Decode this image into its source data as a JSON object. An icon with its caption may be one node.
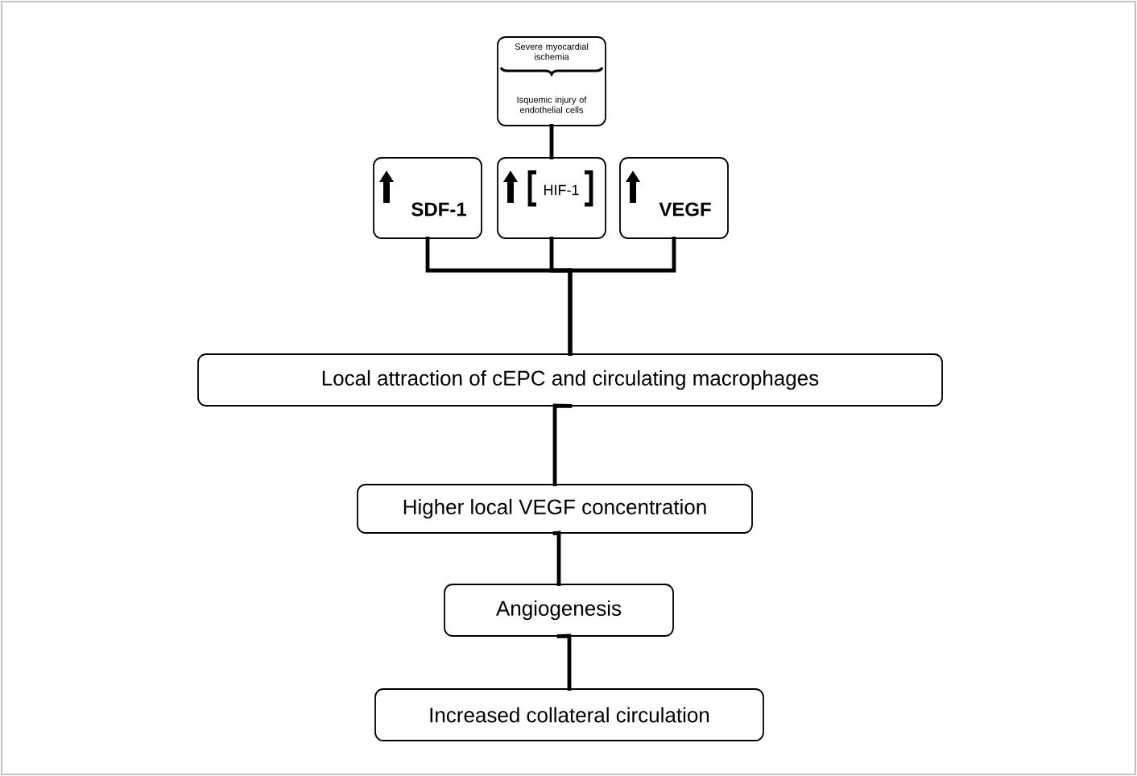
{
  "diagram": {
    "nodes": [
      {
        "text": [
          "Severe myocardial ischemia",
          "Isquemic injury of endothelial cells"
        ]
      },
      {
        "text": [
          "SDF-1"
        ]
      },
      {
        "text": [
          "HIF-1"
        ]
      },
      {
        "text": [
          "VEGF"
        ]
      },
      {
        "text": [
          "Local attraction of cEPC and circulating macrophages"
        ]
      },
      {
        "text": [
          "Higher local VEGF concentration"
        ]
      },
      {
        "text": [
          "Angiogenesis"
        ]
      },
      {
        "text": [
          "Increased collateral circulation"
        ]
      }
    ],
    "edges": [
      {
        "from": 0,
        "to": 2,
        "arrow": "none"
      },
      {
        "from": 1,
        "to": 4,
        "arrow": "none"
      },
      {
        "from": 2,
        "to": 4,
        "arrow": "none"
      },
      {
        "from": 3,
        "to": 4,
        "arrow": "none"
      },
      {
        "from": 4,
        "to": 5,
        "arrow": "none"
      },
      {
        "from": 5,
        "to": 6,
        "arrow": "none"
      },
      {
        "from": 6,
        "to": 7,
        "arrow": "none"
      }
    ]
  }
}
